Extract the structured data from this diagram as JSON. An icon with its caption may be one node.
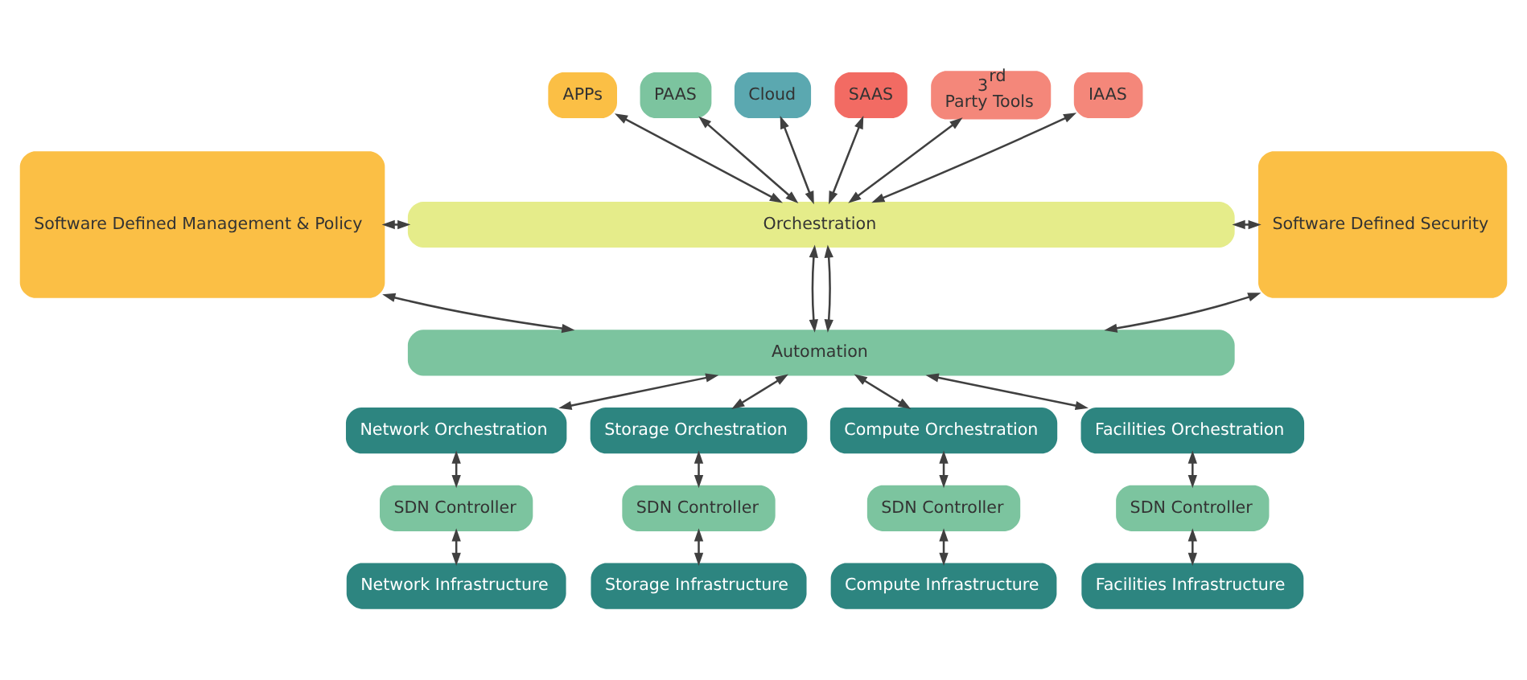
{
  "diagram": {
    "nodes": [
      {
        "text": [
          "Software Defined Management & Policy"
        ]
      },
      {
        "text": [
          "APPs"
        ]
      },
      {
        "text": [
          "PAAS"
        ]
      },
      {
        "text": [
          "Cloud"
        ]
      },
      {
        "text": [
          "SAAS"
        ]
      },
      {
        "text": [
          "3$^{rd}$ Party Tools"
        ]
      },
      {
        "text": [
          "IAAS"
        ]
      },
      {
        "text": [
          "Orchestration"
        ]
      },
      {
        "text": [
          "Automation"
        ]
      },
      {
        "text": [
          "Software Defined Security"
        ]
      },
      {
        "text": [
          "Network Orchestration"
        ]
      },
      {
        "text": [
          "Storage Orchestration"
        ]
      },
      {
        "text": [
          "Compute Orchestration"
        ]
      },
      {
        "text": [
          "Facilities Orchestration"
        ]
      },
      {
        "text": [
          "SDN Controller"
        ]
      },
      {
        "text": [
          "SDN Controller"
        ]
      },
      {
        "text": [
          "SDN Controller"
        ]
      },
      {
        "text": [
          "SDN Controller"
        ]
      },
      {
        "text": [
          "Network Infrastructure"
        ]
      },
      {
        "text": [
          "Storage Infrastructure"
        ]
      },
      {
        "text": [
          "Compute Infrastructure"
        ]
      },
      {
        "text": [
          "Facilities Infrastructure"
        ]
      }
    ],
    "edges": [
      {
        "from": 1,
        "to": 7,
        "arrow": "both"
      },
      {
        "from": 2,
        "to": 7,
        "arrow": "both"
      },
      {
        "from": 3,
        "to": 7,
        "arrow": "both"
      },
      {
        "from": 4,
        "to": 7,
        "arrow": "both"
      },
      {
        "from": 5,
        "to": 7,
        "arrow": "both"
      },
      {
        "from": 6,
        "to": 7,
        "arrow": "both"
      },
      {
        "from": 0,
        "to": 7,
        "arrow": "both"
      },
      {
        "from": 7,
        "to": 9,
        "arrow": "both"
      },
      {
        "from": 7,
        "to": 8,
        "arrow": "both"
      },
      {
        "from": 7,
        "to": 8,
        "arrow": "both"
      },
      {
        "from": 0,
        "to": 8,
        "arrow": "both"
      },
      {
        "from": 8,
        "to": 9,
        "arrow": "both"
      },
      {
        "from": 8,
        "to": 10,
        "arrow": "both"
      },
      {
        "from": 8,
        "to": 11,
        "arrow": "both"
      },
      {
        "from": 8,
        "to": 12,
        "arrow": "both"
      },
      {
        "from": 8,
        "to": 13,
        "arrow": "both"
      },
      {
        "from": 10,
        "to": 14,
        "arrow": "both"
      },
      {
        "from": 11,
        "to": 15,
        "arrow": "both"
      },
      {
        "from": 12,
        "to": 16,
        "arrow": "both"
      },
      {
        "from": 13,
        "to": 17,
        "arrow": "both"
      },
      {
        "from": 14,
        "to": 18,
        "arrow": "both"
      },
      {
        "from": 15,
        "to": 19,
        "arrow": "both"
      },
      {
        "from": 16,
        "to": 20,
        "arrow": "both"
      },
      {
        "from": 17,
        "to": 21,
        "arrow": "both"
      }
    ]
  }
}
